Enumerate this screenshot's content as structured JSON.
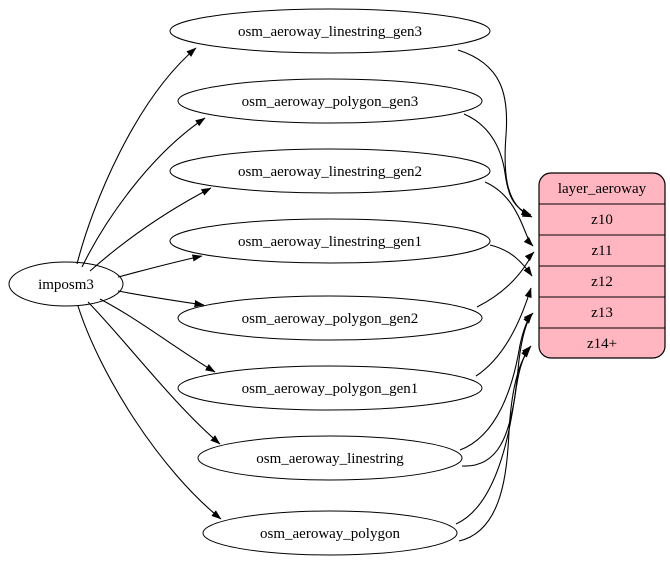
{
  "diagram": {
    "source": {
      "label": "imposm3"
    },
    "tables": [
      "osm_aeroway_linestring_gen3",
      "osm_aeroway_polygon_gen3",
      "osm_aeroway_linestring_gen2",
      "osm_aeroway_linestring_gen1",
      "osm_aeroway_polygon_gen2",
      "osm_aeroway_polygon_gen1",
      "osm_aeroway_linestring",
      "osm_aeroway_polygon"
    ],
    "record": {
      "title": "layer_aeroway",
      "rows": [
        "z10",
        "z11",
        "z12",
        "z13",
        "z14+"
      ]
    },
    "colors": {
      "record_fill": "#ffb6c1",
      "node_fill": "#ffffff",
      "stroke": "#000000"
    },
    "edges": [
      {
        "from": "imposm3",
        "to": "osm_aeroway_linestring_gen3"
      },
      {
        "from": "imposm3",
        "to": "osm_aeroway_polygon_gen3"
      },
      {
        "from": "imposm3",
        "to": "osm_aeroway_linestring_gen2"
      },
      {
        "from": "imposm3",
        "to": "osm_aeroway_linestring_gen1"
      },
      {
        "from": "imposm3",
        "to": "osm_aeroway_polygon_gen2"
      },
      {
        "from": "imposm3",
        "to": "osm_aeroway_polygon_gen1"
      },
      {
        "from": "imposm3",
        "to": "osm_aeroway_linestring"
      },
      {
        "from": "imposm3",
        "to": "osm_aeroway_polygon"
      },
      {
        "from": "osm_aeroway_linestring_gen3",
        "to": "z10"
      },
      {
        "from": "osm_aeroway_polygon_gen3",
        "to": "z10"
      },
      {
        "from": "osm_aeroway_linestring_gen2",
        "to": "z11"
      },
      {
        "from": "osm_aeroway_polygon_gen2",
        "to": "z11"
      },
      {
        "from": "osm_aeroway_linestring_gen1",
        "to": "z12"
      },
      {
        "from": "osm_aeroway_polygon_gen1",
        "to": "z12"
      },
      {
        "from": "osm_aeroway_linestring",
        "to": "z13"
      },
      {
        "from": "osm_aeroway_polygon",
        "to": "z13"
      },
      {
        "from": "osm_aeroway_linestring",
        "to": "z14+"
      },
      {
        "from": "osm_aeroway_polygon",
        "to": "z14+"
      }
    ]
  }
}
